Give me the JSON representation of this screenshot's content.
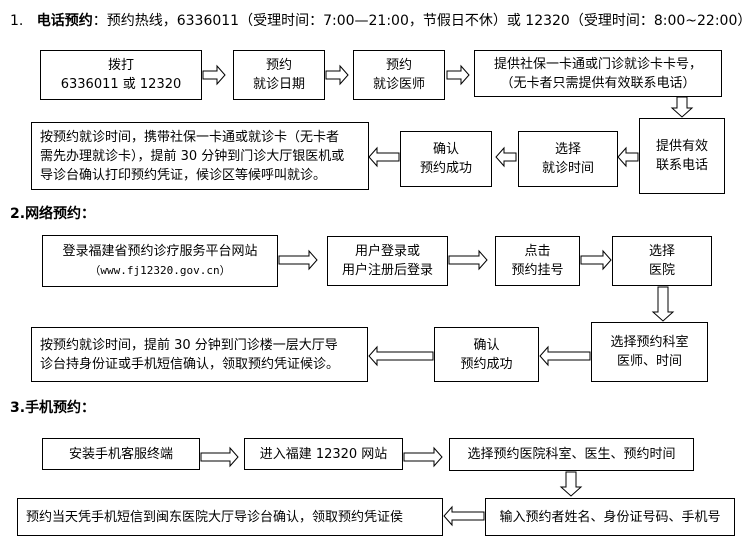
{
  "section1": {
    "num": "1.",
    "title": "电话预约",
    "text": "：预约热线，6336011（受理时间：7:00—21:00，节假日不休）或 12320（受理时间：8:00~22:00）",
    "row1": [
      [
        "拨打",
        "6336011 或 12320"
      ],
      [
        "预约",
        "就诊日期"
      ],
      [
        "预约",
        "就诊医师"
      ],
      [
        "提供社保一卡通或门诊就诊卡卡号，",
        "（无卡者只需提供有效联系电话）"
      ]
    ],
    "row2": [
      [
        "按预约就诊时间，携带社保一卡通或就诊卡（无卡者",
        "需先办理就诊卡），提前 30 分钟到门诊大厅银医机或",
        "导诊台确认打印预约凭证，候诊区等候呼叫就诊。"
      ],
      [
        "确认",
        "预约成功"
      ],
      [
        "选择",
        "就诊时间"
      ],
      [
        "提供有效",
        "联系电话"
      ]
    ]
  },
  "section2": {
    "num": "2.",
    "title": "网络预约：",
    "row1": [
      [
        "登录福建省预约诊疗服务平台网站",
        "（www.fj12320.gov.cn）"
      ],
      [
        "用户登录或",
        "用户注册后登录"
      ],
      [
        "点击",
        "预约挂号"
      ],
      [
        "选择",
        "医院"
      ]
    ],
    "row2": [
      [
        "按预约就诊时间，提前 30 分钟到门诊楼一层大厅导",
        "诊台持身份证或手机短信确认，领取预约凭证候诊。"
      ],
      [
        "确认",
        "预约成功"
      ],
      [
        "选择预约科室",
        "医师、时间"
      ]
    ]
  },
  "section3": {
    "num": "3.",
    "title": "手机预约：",
    "row1": [
      [
        "安装手机客服终端"
      ],
      [
        "进入福建 12320 网站"
      ],
      [
        "选择预约医院科室、医生、预约时间"
      ]
    ],
    "row2": [
      [
        "预约当天凭手机短信到闽东医院大厅导诊台确认，领取预约凭证侯"
      ],
      [
        "输入预约者姓名、身份证号码、手机号"
      ]
    ]
  }
}
